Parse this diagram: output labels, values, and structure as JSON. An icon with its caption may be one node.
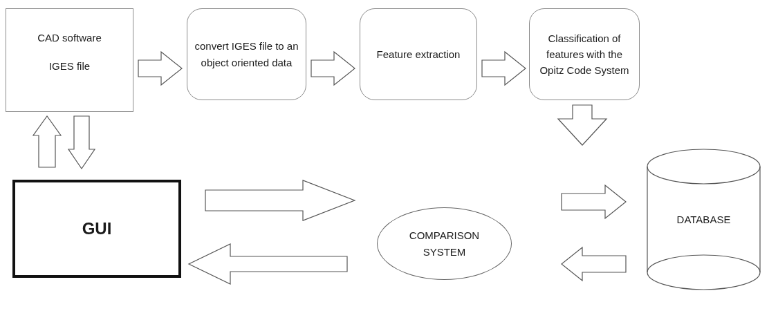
{
  "diagram": {
    "nodes": [
      {
        "text": [
          "CAD software",
          "IGES file"
        ]
      },
      {
        "text": [
          "convert IGES file to an object oriented data"
        ]
      },
      {
        "text": [
          "Feature extraction"
        ]
      },
      {
        "text": [
          "Classification of features with the Opitz Code System"
        ]
      },
      {
        "text": [
          "GUI"
        ]
      },
      {
        "text": [
          "COMPARISON SYSTEM"
        ]
      },
      {
        "text": [
          "DATABASE"
        ]
      }
    ],
    "edges": [
      {
        "from": 0,
        "to": 1,
        "arrow": "to"
      },
      {
        "from": 1,
        "to": 2,
        "arrow": "to"
      },
      {
        "from": 2,
        "to": 3,
        "arrow": "to"
      },
      {
        "from": 3,
        "to": 6,
        "arrow": "to"
      },
      {
        "from": 4,
        "to": 0,
        "arrow": "to"
      },
      {
        "from": 0,
        "to": 4,
        "arrow": "to"
      },
      {
        "from": 4,
        "to": 5,
        "arrow": "to"
      },
      {
        "from": 5,
        "to": 4,
        "arrow": "to"
      },
      {
        "from": 5,
        "to": 6,
        "arrow": "to"
      },
      {
        "from": 6,
        "to": 5,
        "arrow": "to"
      }
    ]
  }
}
